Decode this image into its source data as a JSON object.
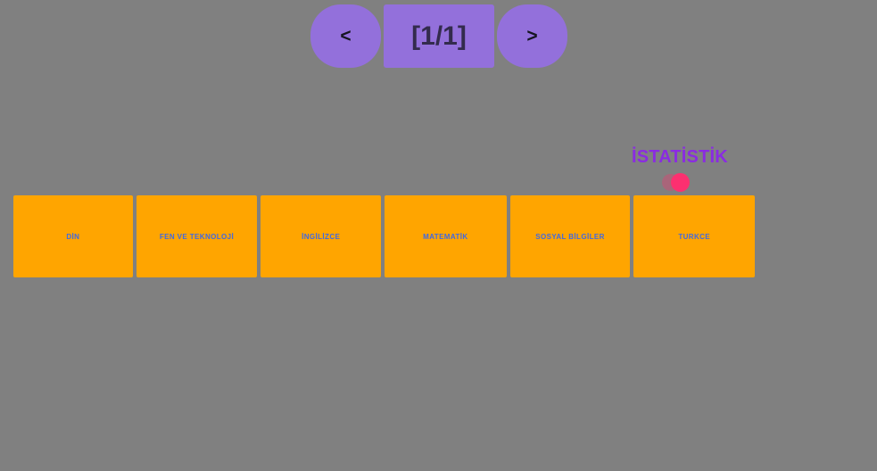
{
  "page": {
    "background_color": "#808080"
  },
  "pager": {
    "prev_label": "<",
    "prev_icon": "chevron-left-icon",
    "next_label": ">",
    "next_icon": "chevron-right-icon",
    "counter_label": "[1/1]",
    "current_page": 1,
    "total_pages": 1,
    "button_color": "#9370db",
    "counter_text_color": "#332b4d"
  },
  "stats": {
    "title": "İSTATİSTİK",
    "title_color": "#8a2be2",
    "dots": [
      {
        "name": "ghost-dot",
        "color": "rgba(255,45,110,0.32)"
      },
      {
        "name": "active-dot",
        "color": "#fc3070"
      }
    ]
  },
  "cards": {
    "card_color": "#ffa500",
    "label_color": "#4169e1",
    "items": [
      {
        "label": "DİN",
        "width": 134
      },
      {
        "label": "FEN VE TEKNOLOJİ",
        "width": 136
      },
      {
        "label": "İNGİLİZCE",
        "width": 135
      },
      {
        "label": "MATEMATİK",
        "width": 137
      },
      {
        "label": "SOSYAL BİLGİLER",
        "width": 135
      },
      {
        "label": "TURKCE",
        "width": 136
      }
    ]
  }
}
